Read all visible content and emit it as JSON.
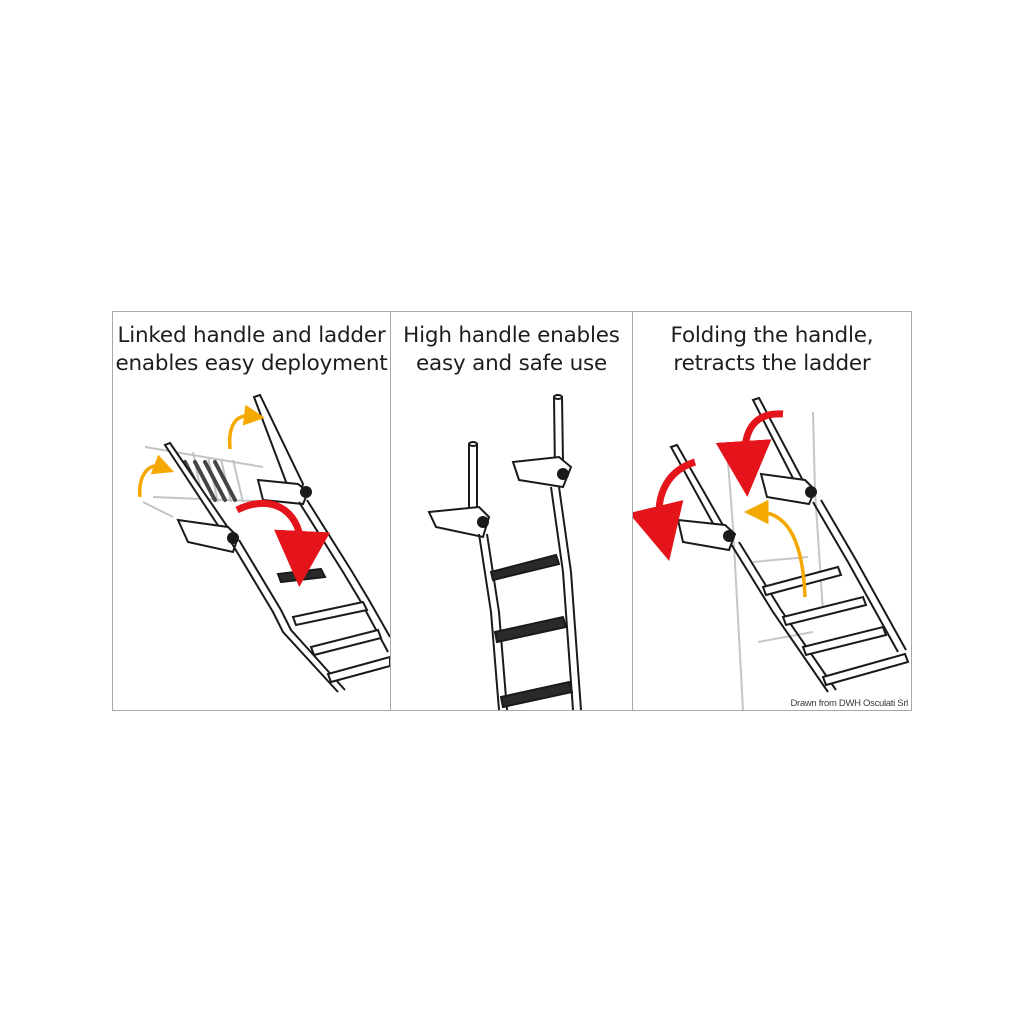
{
  "panels": [
    {
      "line1": "Linked handle and ladder",
      "line2": "enables easy deployment"
    },
    {
      "line1": "High handle enables",
      "line2": "easy and safe use"
    },
    {
      "line1": "Folding the handle,",
      "line2": "retracts the ladder"
    }
  ],
  "credit": "Drawn from DWH Osculati Srl",
  "colors": {
    "arrow_red": "#e5141b",
    "arrow_orange": "#f5a800",
    "line": "#1a1a1a",
    "ghost": "#bdbdbd",
    "tread": "#2a2a2a"
  },
  "icons": [
    "curved-arrow-red",
    "curved-arrow-orange",
    "ladder-drawing"
  ]
}
